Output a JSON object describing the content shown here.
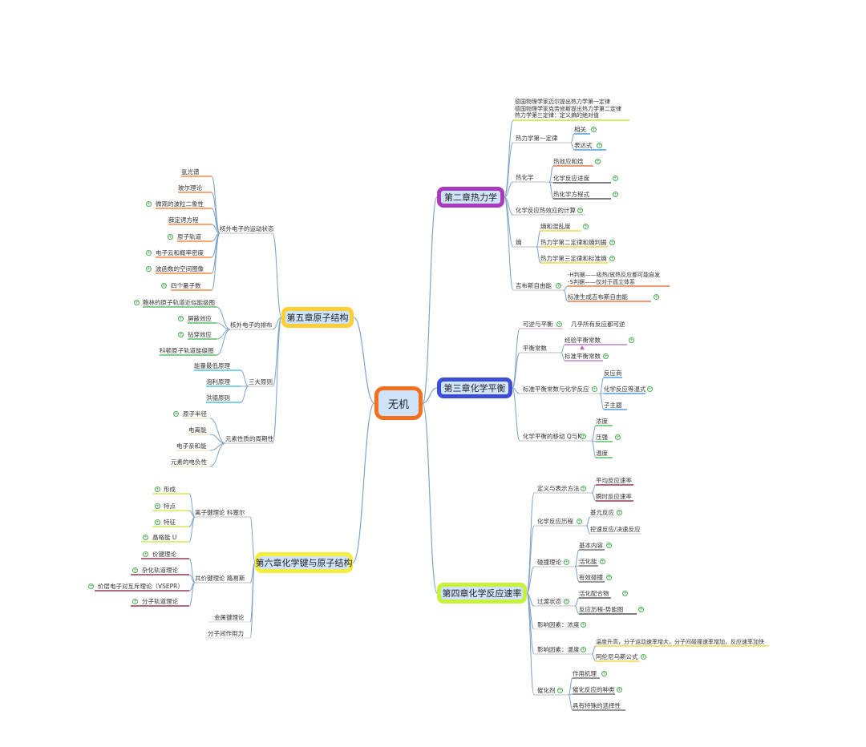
{
  "root": {
    "label": "无机"
  },
  "branches": {
    "thermo": {
      "label": "第二章热力学",
      "color": "#a83cbf"
    },
    "equil": {
      "label": "第三章化学平衡",
      "color": "#3d4ed6"
    },
    "rate": {
      "label": "第四章化学反应速率",
      "color": "#c6f23a"
    },
    "atom": {
      "label": "第五章原子结构",
      "color": "#ffcf33"
    },
    "bond": {
      "label": "第六章化学键与原子结构",
      "color": "#f4ef3c"
    }
  },
  "thermo": {
    "laws": [
      "德国物理学家迈尔提出热力学第一定律",
      "德国物理学家克劳修斯提出热力学第二定律",
      "热力学第三定律：定义熵的绝对值"
    ],
    "first_law": "热力学第一定律",
    "first_law_items": [
      "相关",
      "表达式"
    ],
    "thermochem": "热化学",
    "thermochem_items": [
      "热效应和焓",
      "化学反应进度",
      "热化学方程式"
    ],
    "calc": "化学反应热效应的计算",
    "entropy": "熵",
    "entropy_items": [
      "熵和混乱度",
      "热力学第二定律和熵判据",
      "热力学第三定律和标准熵"
    ],
    "gibbs": "吉布斯自由能",
    "gibbs_criteria": [
      "-H判据——吸热/放热反应都可能自发",
      "-S判据——仅对于孤立体系"
    ],
    "gibbs_std": "标准生成吉布斯自由能"
  },
  "equil": {
    "reversible": "可逆与平衡",
    "reversible_note": "几乎所有反应都可逆",
    "constant": "平衡常数",
    "constant_items": [
      "经验平衡常数",
      "标准平衡常数"
    ],
    "standard": "标准平衡常数与化学反应",
    "standard_items": [
      "反应商",
      "化学反应等温式",
      "子主题"
    ],
    "shift": "化学平衡的移动 Q与K",
    "shift_items": [
      "浓度",
      "压强",
      "温度"
    ]
  },
  "rate": {
    "definition": "定义与表示方法",
    "definition_items": [
      "平均反应速率",
      "瞬时反应速率"
    ],
    "process": "化学反应历程",
    "process_items": [
      "基元反应",
      "控速反应/决速反应"
    ],
    "collision": "碰撞理论",
    "collision_items": [
      "基本内容",
      "活化能",
      "有效碰撞"
    ],
    "transition": "过渡状态",
    "transition_items": [
      "活化配合物",
      "反应历程-势能图"
    ],
    "factor_conc": "影响因素：浓度",
    "factor_temp": "影响因素：温度",
    "factor_temp_items": [
      "温度升高，分子运动速率增大，分子间碰撞速率增加，反应速率加快",
      "阿伦尼乌斯公式"
    ],
    "catalyst": "催化剂",
    "catalyst_items": [
      "作用机理",
      "催化反应的种类",
      "具有特殊的选择性"
    ]
  },
  "atom": {
    "motion": "核外电子的运动状态",
    "motion_items": [
      "氢光谱",
      "玻尔理论",
      "微观的波粒二象性",
      "薛定谔方程",
      "原子轨道",
      "电子云和概率密度",
      "波函数的空间图像",
      "四个量子数"
    ],
    "arrangement": "核外电子的排布",
    "arrangement_items": [
      "鲍林的原子轨道近似能级图",
      "屏蔽效应",
      "钻穿效应",
      "科顿原子轨道能级图"
    ],
    "principles": "三大原则",
    "principles_items": [
      "能量最低原理",
      "泡利原理",
      "洪德原则"
    ],
    "periodicity": "元素性质的周期性",
    "periodicity_items": [
      "原子半径",
      "电离能",
      "电子亲和能",
      "元素的电负性"
    ]
  },
  "bond": {
    "ionic": "离子键理论 科塞尔",
    "ionic_items": [
      "形成",
      "特点",
      "特征",
      "晶格能 U"
    ],
    "covalent": "共价键理论 路易斯",
    "covalent_items": [
      "价键理论",
      "杂化轨道理论",
      "价层电子对互斥理论（VSEPR）",
      "分子轨道理论"
    ],
    "metallic": "金属键理论",
    "intermolecular": "分子间作用力"
  }
}
